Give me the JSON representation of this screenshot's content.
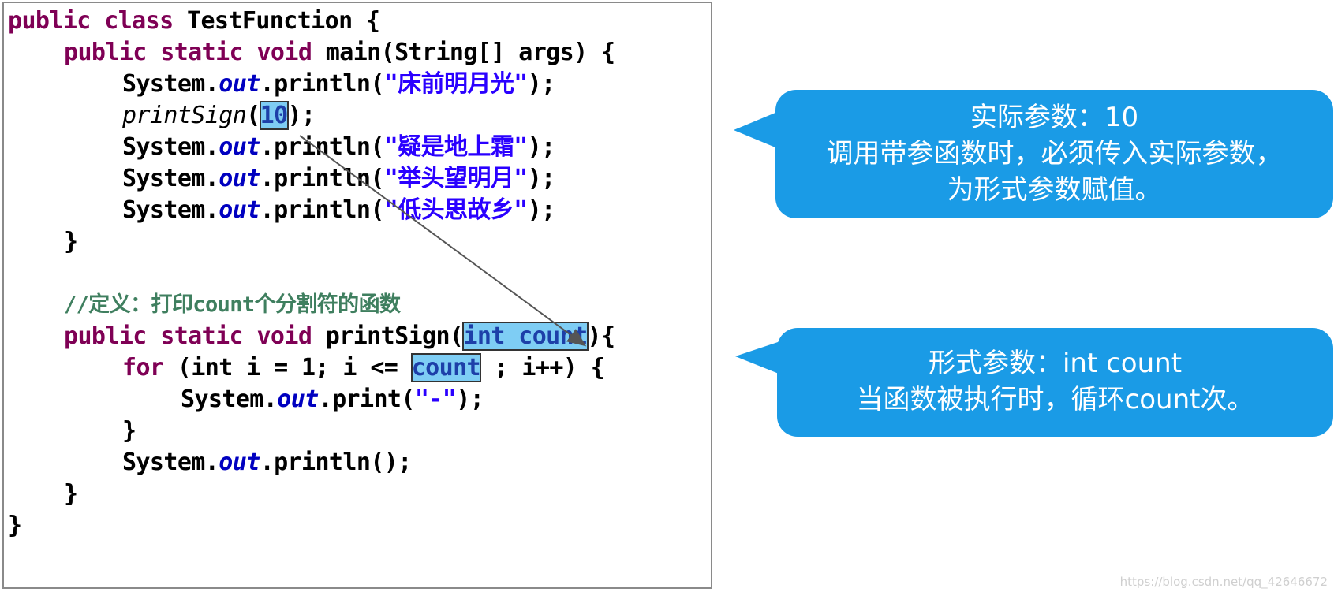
{
  "code": {
    "class_decl": {
      "kw": "public class",
      "rest": " TestFunction {"
    },
    "main_decl": {
      "kw": "public static void",
      "rest": " main(String[] args) {"
    },
    "println1": {
      "pre": "System.",
      "fld": "out",
      "mid": ".println(",
      "str": "\"床前明月光\"",
      "end": ");"
    },
    "call": {
      "name": "printSign",
      "open": "(",
      "arg": "10",
      "close": ");"
    },
    "println2": {
      "pre": "System.",
      "fld": "out",
      "mid": ".println(",
      "str": "\"疑是地上霜\"",
      "end": ");"
    },
    "println3": {
      "pre": "System.",
      "fld": "out",
      "mid": ".println(",
      "str": "\"举头望明月\"",
      "end": ");"
    },
    "println4": {
      "pre": "System.",
      "fld": "out",
      "mid": ".println(",
      "str": "\"低头思故乡\"",
      "end": ");"
    },
    "close_main": "}",
    "comment": "//定义：打印count个分割符的函数",
    "func_decl": {
      "kw": "public static void",
      "rest": " printSign(",
      "param": "int count",
      "end": "){"
    },
    "for_line": {
      "kw": "for",
      "pre": " (int i = 1; i <= ",
      "hl": "count",
      "post": " ; i++) {"
    },
    "print_dash": {
      "pre": "System.",
      "fld": "out",
      "mid": ".print(",
      "str": "\"-\"",
      "end": ");"
    },
    "close_for": "}",
    "println_empty": {
      "pre": "System.",
      "fld": "out",
      "mid": ".println();"
    },
    "close_func": "}",
    "close_class": "}"
  },
  "callouts": {
    "actual": {
      "line1": "实际参数：10",
      "line2": "调用带参函数时，必须传入实际参数，",
      "line3": "为形式参数赋值。"
    },
    "formal": {
      "line1": "形式参数：int count",
      "line2": "当函数被执行时，循环count次。"
    }
  },
  "watermark": "https://blog.csdn.net/qq_42646672",
  "colors": {
    "keyword": "#7f0055",
    "field": "#0000c0",
    "string": "#2a00ff",
    "comment": "#3f7f5f",
    "highlight": "#7ecdf4",
    "callout": "#1a9be6"
  }
}
